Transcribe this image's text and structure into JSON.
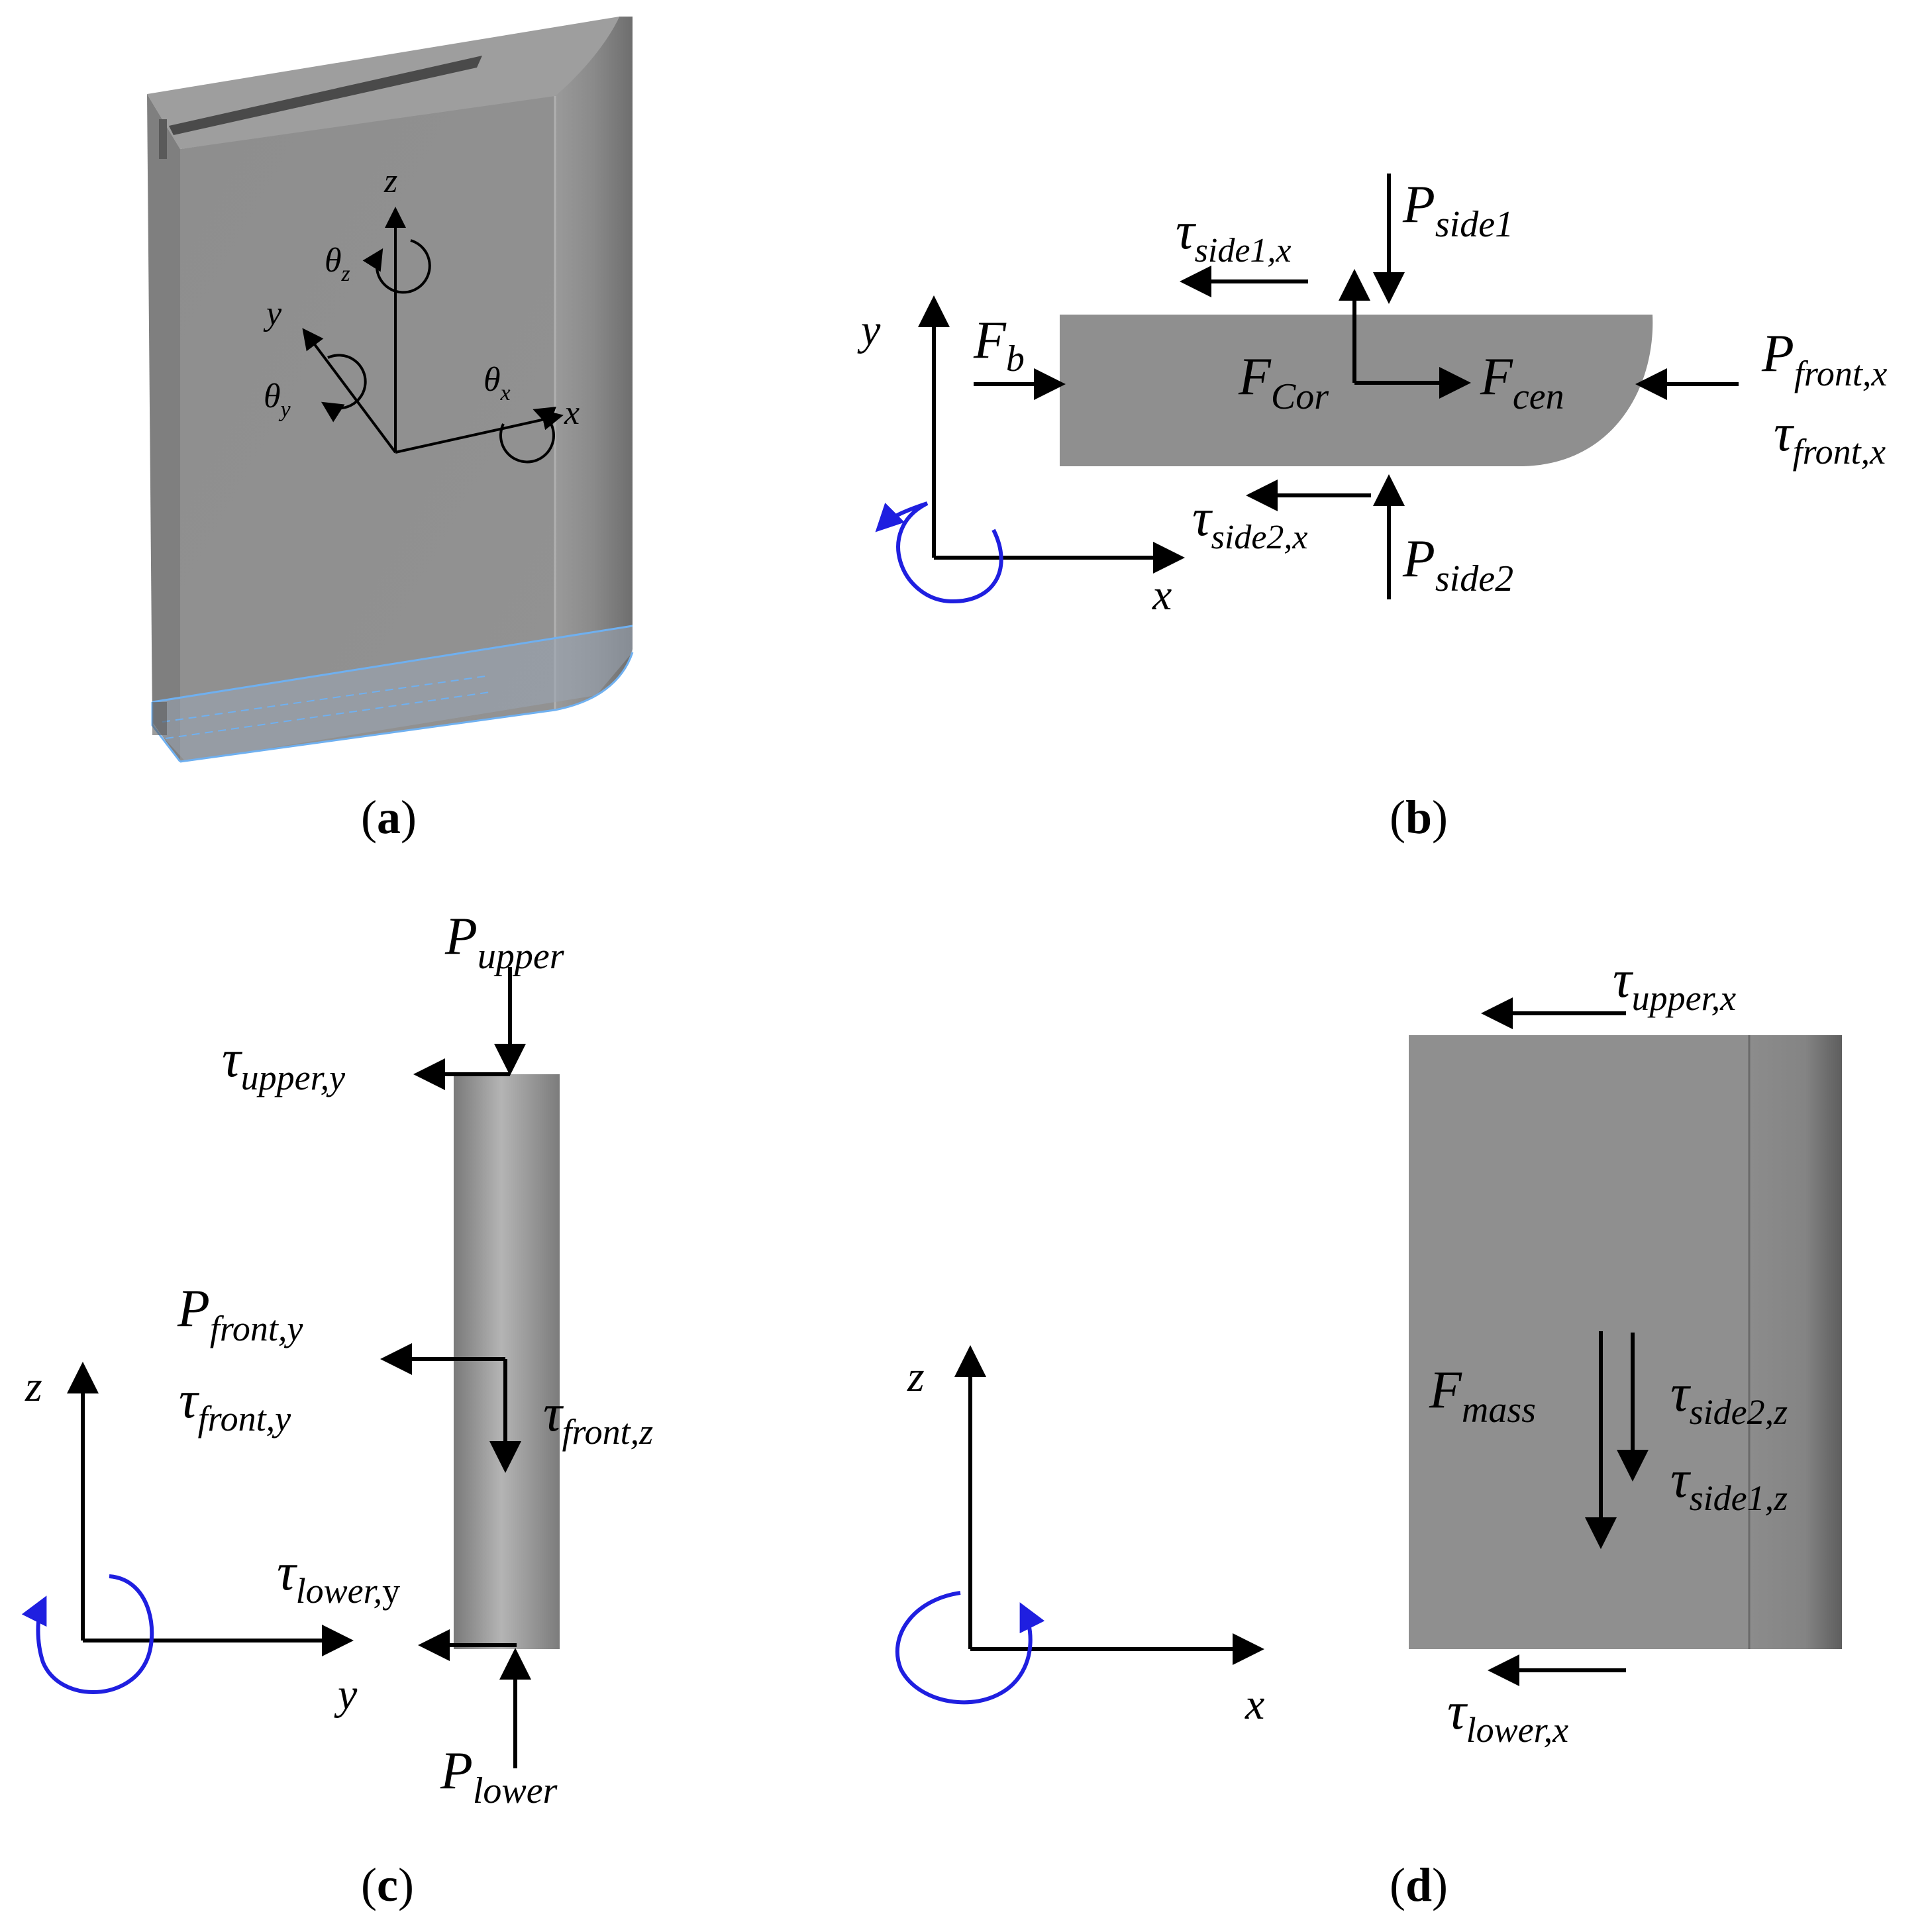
{
  "colors": {
    "body_fill": "#8f8f8f",
    "body_top": "#9c9c9c",
    "body_side": "#7f7f7f",
    "rotation_arrow": "#1f1fe0",
    "highlight_edge": "#6fb0f0"
  },
  "panel_a": {
    "caption_open": "(",
    "caption_letter": "a",
    "caption_close": ")",
    "axis_z": "z",
    "axis_y": "y",
    "axis_x": "x",
    "theta": "θ",
    "theta_z_sub": "z",
    "theta_y_sub": "y",
    "theta_x_sub": "x"
  },
  "panel_b": {
    "caption_open": "(",
    "caption_letter": "b",
    "caption_close": ")",
    "axis_y": "y",
    "axis_x": "x",
    "F": "F",
    "P": "P",
    "tau": "τ",
    "Fb_sub": "b",
    "FCor_sub": "Cor",
    "Fcen_sub": "cen",
    "Pside1_sub": "side1",
    "Pside2_sub": "side2",
    "Pfront_x_sub": "front,x",
    "tau_front_x_sub": "front,x",
    "tau_side1_x_sub": "side1,x",
    "tau_side2_x_sub": "side2,x"
  },
  "panel_c": {
    "caption_open": "(",
    "caption_letter": "c",
    "caption_close": ")",
    "axis_z": "z",
    "axis_y": "y",
    "P": "P",
    "tau": "τ",
    "Pupper_sub": "upper",
    "Plower_sub": "lower",
    "tau_upper_y_sub": "upper,y",
    "tau_lower_y_sub": "lower,",
    "tau_lower_y_sub_tail": "y",
    "Pfront_y_sub": "front,y",
    "tau_front_y_sub": "front,y",
    "tau_front_z_sub": "front,z"
  },
  "panel_d": {
    "caption_open": "(",
    "caption_letter": "d",
    "caption_close": ")",
    "axis_z": "z",
    "axis_x": "x",
    "F": "F",
    "tau": "τ",
    "Fmass_sub": "mass",
    "tau_upper_x_sub": "upper,x",
    "tau_lower_x_sub": "lower,x",
    "tau_side2_z_sub": "side2,z",
    "tau_side1_z_sub": "side1,z"
  }
}
